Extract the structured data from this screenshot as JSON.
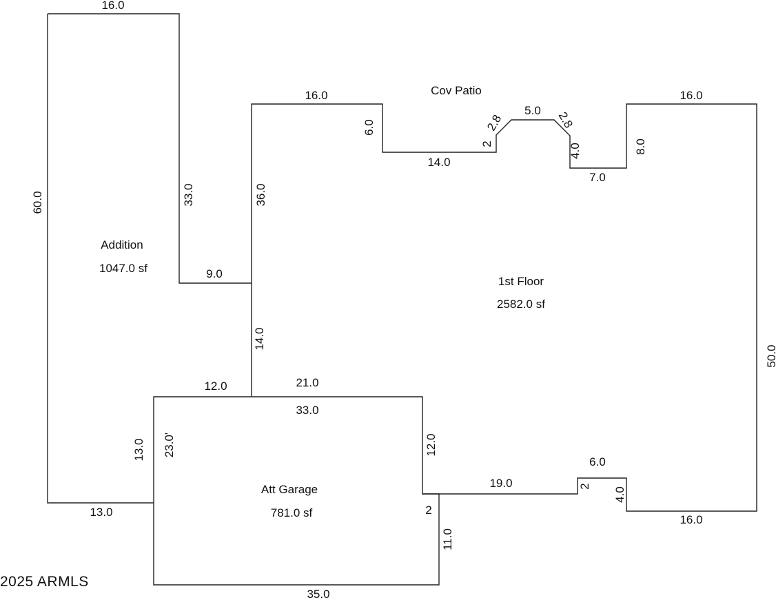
{
  "rooms": {
    "addition": {
      "name": "Addition",
      "area": "1047.0 sf"
    },
    "first_floor": {
      "name": "1st Floor",
      "area": "2582.0 sf"
    },
    "garage": {
      "name": "Att Garage",
      "area": "781.0 sf"
    },
    "patio": {
      "name": "Cov Patio"
    }
  },
  "dimensions": {
    "add_top": "16.0",
    "add_left": "60.0",
    "add_right_upper": "33.0",
    "add_step": "9.0",
    "add_bottom": "13.0",
    "add_lower_left": "13.0",
    "ff_left_upper": "36.0",
    "ff_left_mid": "14.0",
    "ff_top_left": "16.0",
    "patio_left": "6.0",
    "patio_bottom": "14.0",
    "patio_step": "2",
    "patio_diag_left": "2.8",
    "patio_top": "5.0",
    "patio_diag_right": "2.8",
    "patio_right_drop": "4.0",
    "notch_bottom": "7.0",
    "notch_right": "8.0",
    "ff_top_right": "16.0",
    "ff_right": "50.0",
    "ff_bottom_right": "16.0",
    "bump_right": "4.0",
    "bump_top": "6.0",
    "bump_left": "2",
    "ff_bottom_mid": "19.0",
    "garage_step": "2",
    "garage_right_upper": "12.0",
    "garage_top_left": "12.0",
    "garage_top_right": "21.0",
    "garage_inner_top": "33.0",
    "garage_inner_left": "23.0'",
    "garage_right_lower": "11.0",
    "garage_bottom": "35.0"
  },
  "watermark": "2025 ARMLS"
}
